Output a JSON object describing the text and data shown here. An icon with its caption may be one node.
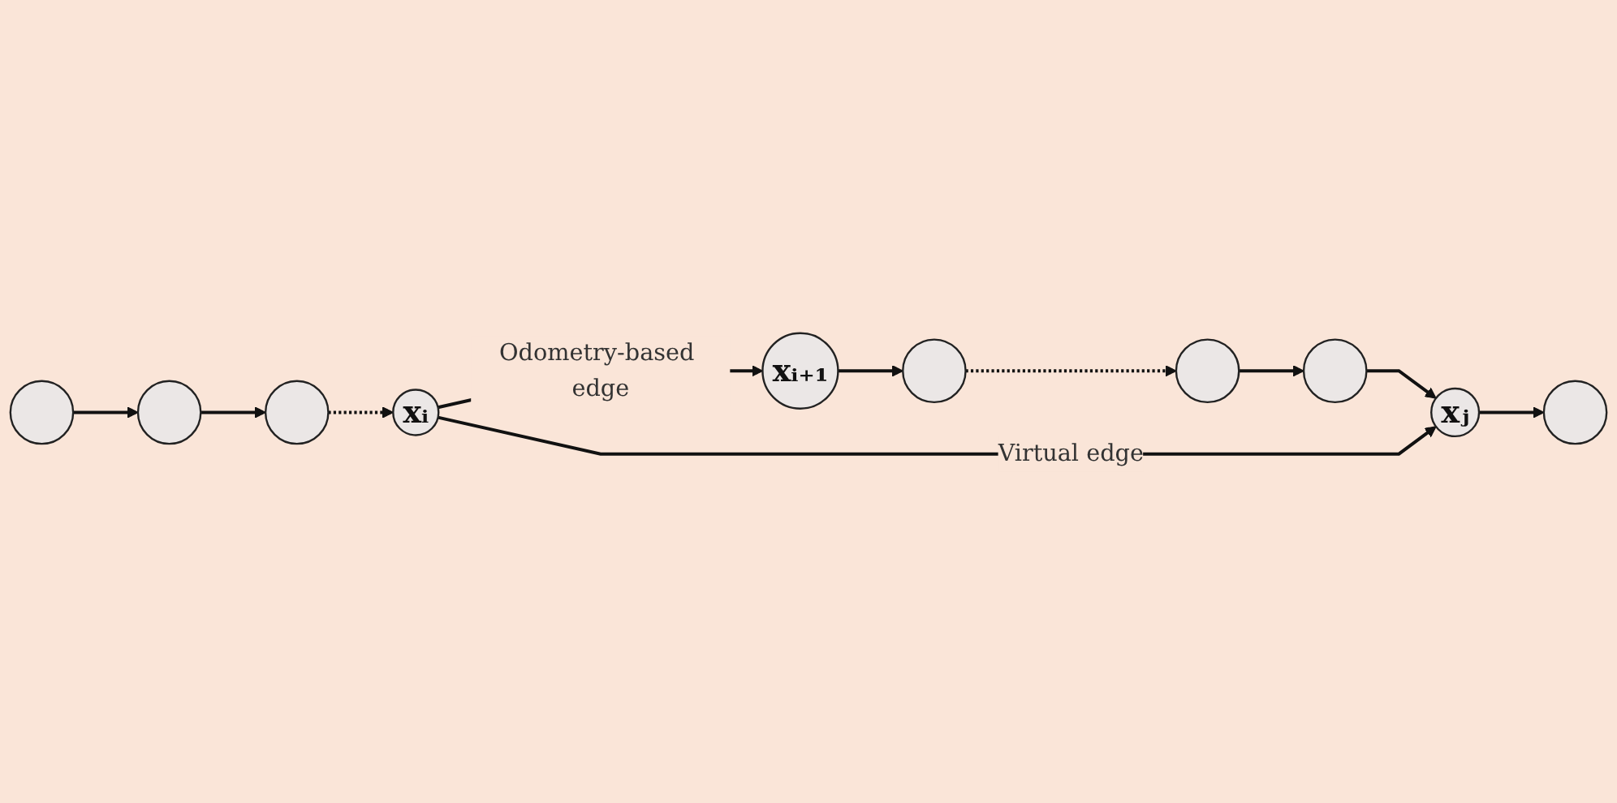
{
  "diagram": {
    "nodes": [
      {
        "text": [],
        "shape": "circle"
      },
      {
        "text": [],
        "shape": "circle"
      },
      {
        "text": [],
        "shape": "circle"
      },
      {
        "text": [
          "xᵢ"
        ]
      },
      {
        "text": [
          "xᵢ₊₁"
        ]
      },
      {
        "text": [],
        "shape": "circle"
      },
      {
        "text": [],
        "shape": "circle"
      },
      {
        "text": [],
        "shape": "circle"
      },
      {
        "text": [
          "xⱼ"
        ]
      },
      {
        "text": [],
        "shape": "circle"
      }
    ],
    "edges": [
      {
        "from": 0,
        "to": 1,
        "arrow": "to"
      },
      {
        "from": 1,
        "to": 2,
        "arrow": "to"
      },
      {
        "from": 2,
        "to": 3,
        "arrow": "to",
        "style": "dashed"
      },
      {
        "from": 3,
        "to": 4,
        "arrow": "to",
        "label": "Odometry-based edge"
      },
      {
        "from": 4,
        "to": 5,
        "arrow": "to"
      },
      {
        "from": 5,
        "to": 6,
        "arrow": "to",
        "style": "dashed"
      },
      {
        "from": 6,
        "to": 7,
        "arrow": "to"
      },
      {
        "from": 7,
        "to": 8,
        "arrow": "to"
      },
      {
        "from": 8,
        "to": 9,
        "arrow": "to"
      },
      {
        "from": 3,
        "to": 8,
        "arrow": "to",
        "label": "Virtual edge"
      }
    ]
  }
}
